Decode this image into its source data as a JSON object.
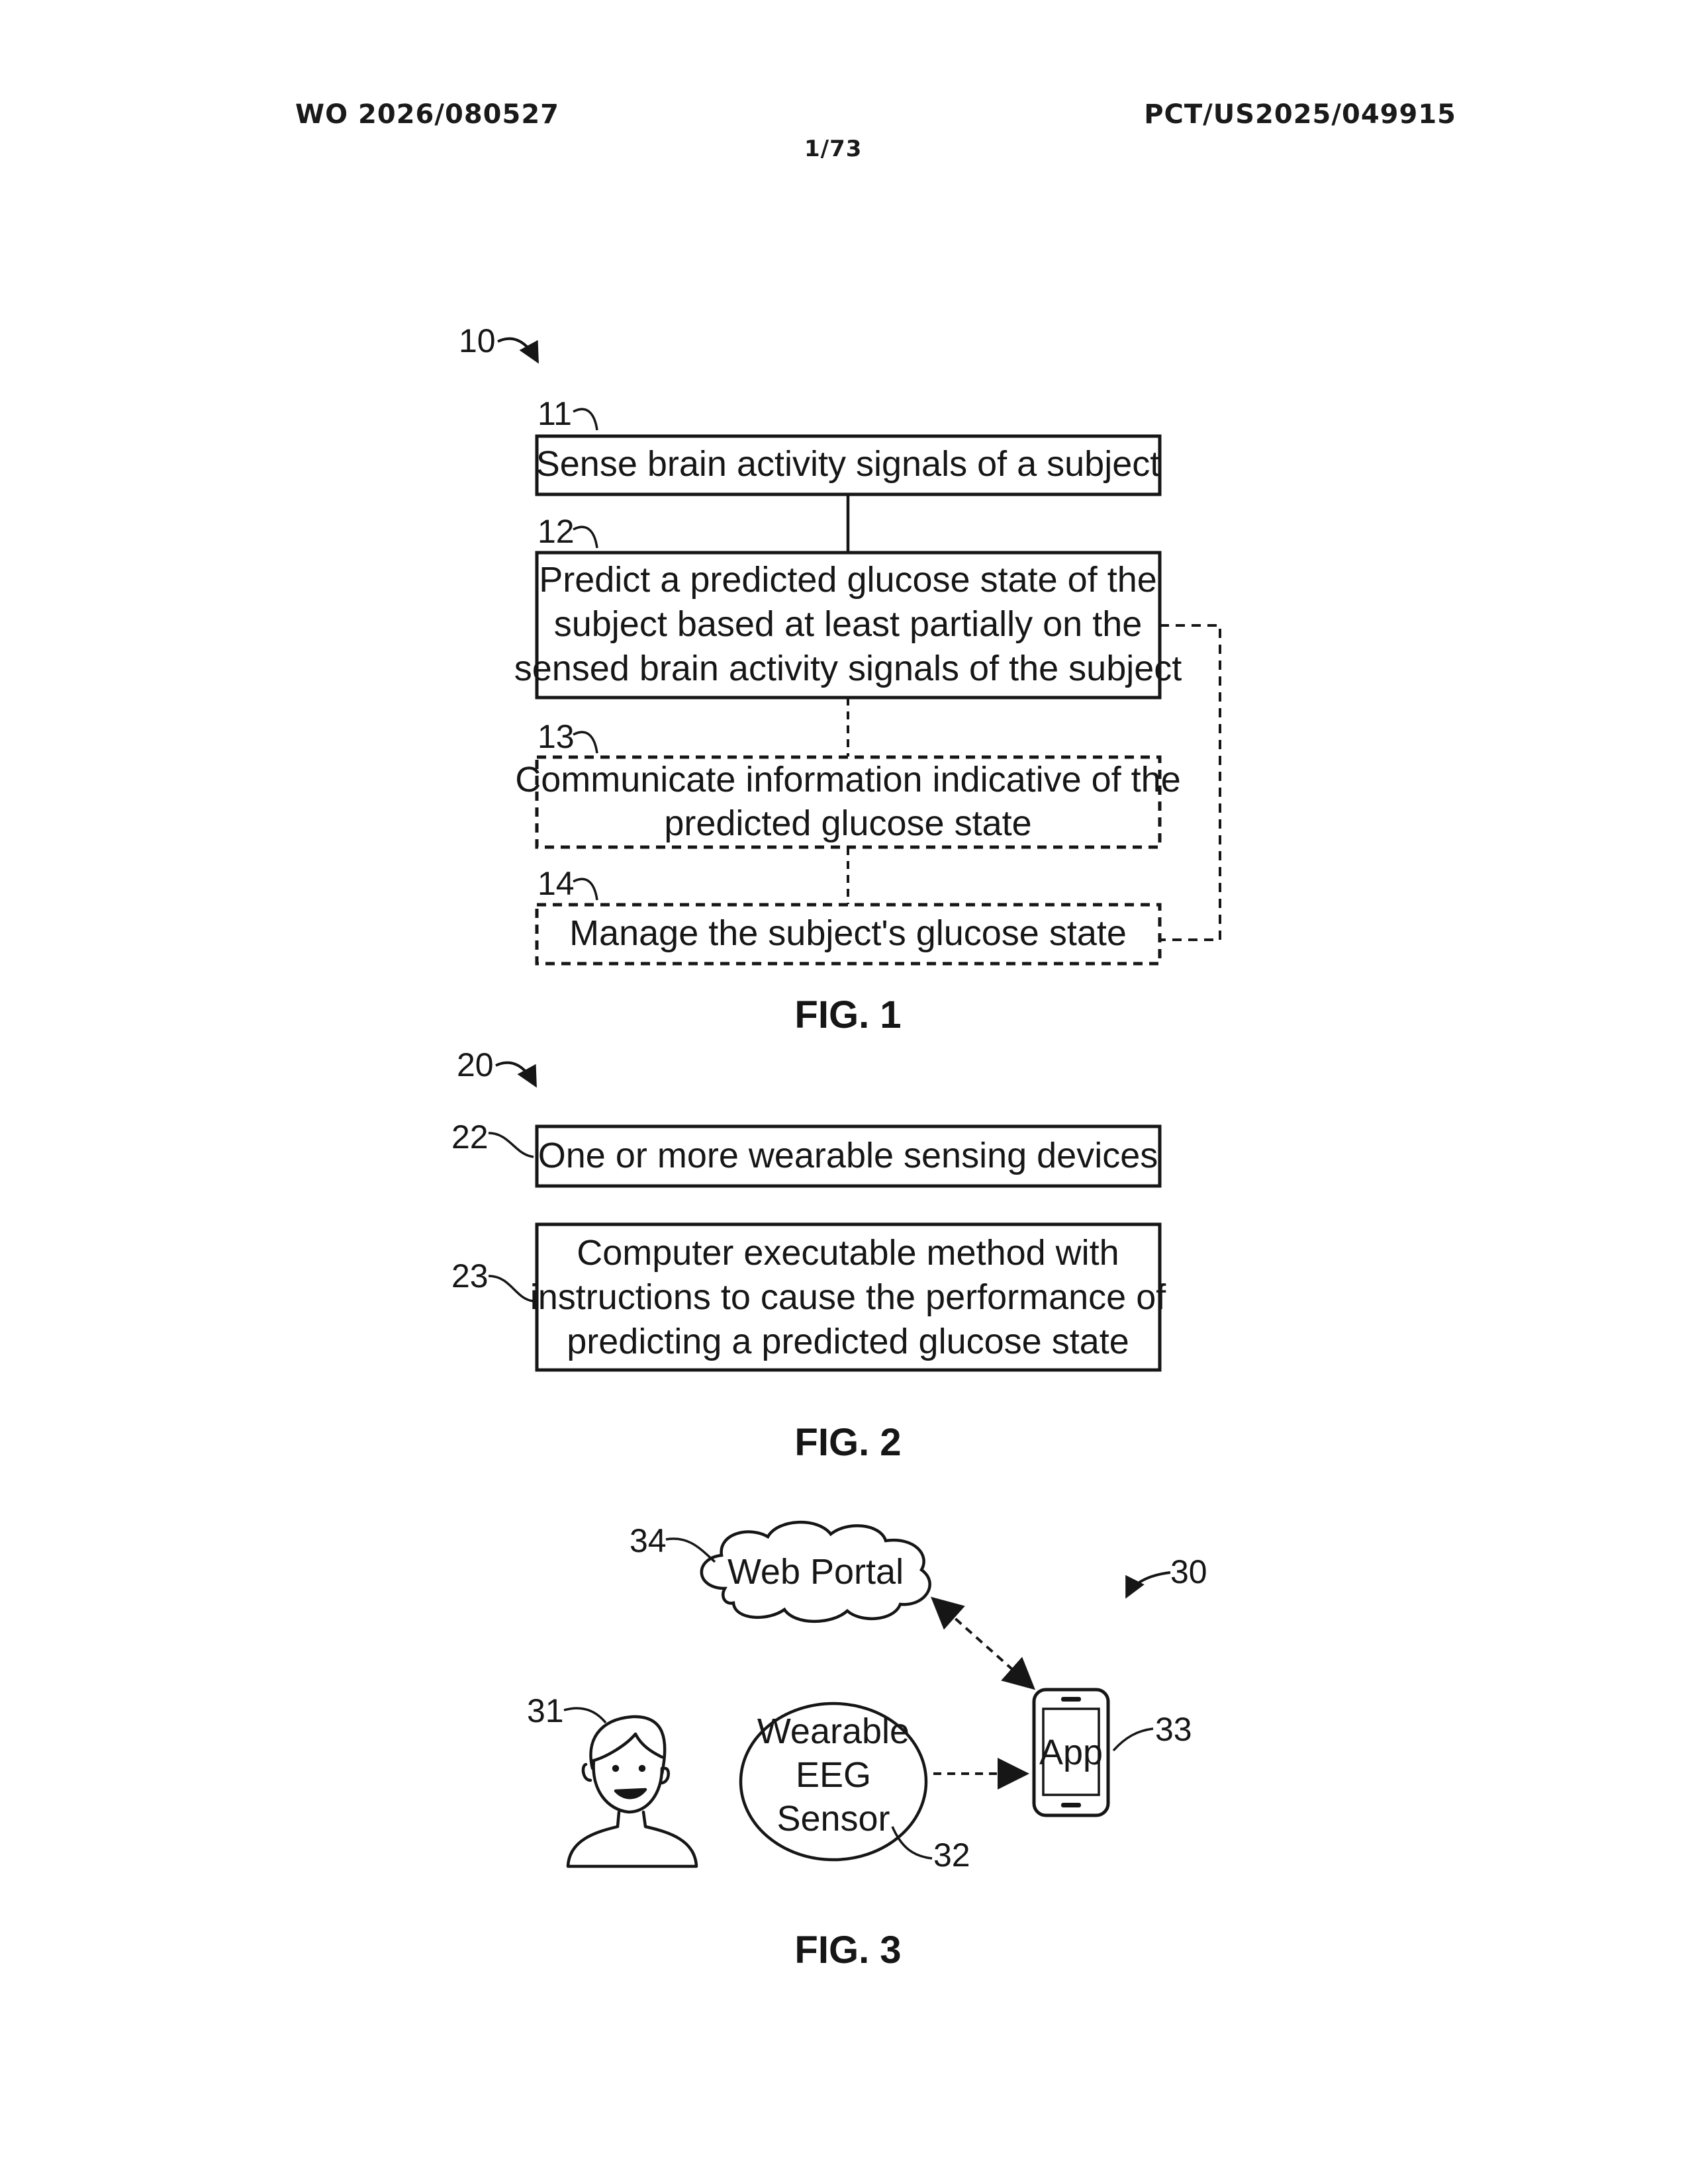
{
  "header": {
    "publication_number": "WO 2026/080527",
    "application_number": "PCT/US2025/049915",
    "sheet": "1/73"
  },
  "fig1": {
    "ref": "10",
    "caption": "FIG. 1",
    "steps": [
      {
        "ref": "11",
        "lines": [
          "Sense brain activity signals of a subject"
        ],
        "optional": false
      },
      {
        "ref": "12",
        "lines": [
          "Predict a predicted glucose state of the",
          "subject based at least partially on the",
          "sensed brain activity signals of the subject"
        ],
        "optional": false
      },
      {
        "ref": "13",
        "lines": [
          "Communicate information indicative of the",
          "predicted glucose state"
        ],
        "optional": true
      },
      {
        "ref": "14",
        "lines": [
          "Manage the subject's glucose state"
        ],
        "optional": true
      }
    ]
  },
  "fig2": {
    "ref": "20",
    "caption": "FIG. 2",
    "items": [
      {
        "ref": "22",
        "lines": [
          "One or more wearable sensing devices"
        ]
      },
      {
        "ref": "23",
        "lines": [
          "Computer executable method with",
          "instructions to cause the performance of",
          "predicting a predicted glucose state"
        ]
      }
    ]
  },
  "fig3": {
    "ref": "30",
    "caption": "FIG. 3",
    "subject_ref": "31",
    "sensor": {
      "ref": "32",
      "lines": [
        "Wearable",
        "EEG",
        "Sensor"
      ]
    },
    "phone": {
      "ref": "33",
      "label": "App"
    },
    "portal": {
      "ref": "34",
      "label": "Web Portal"
    }
  }
}
